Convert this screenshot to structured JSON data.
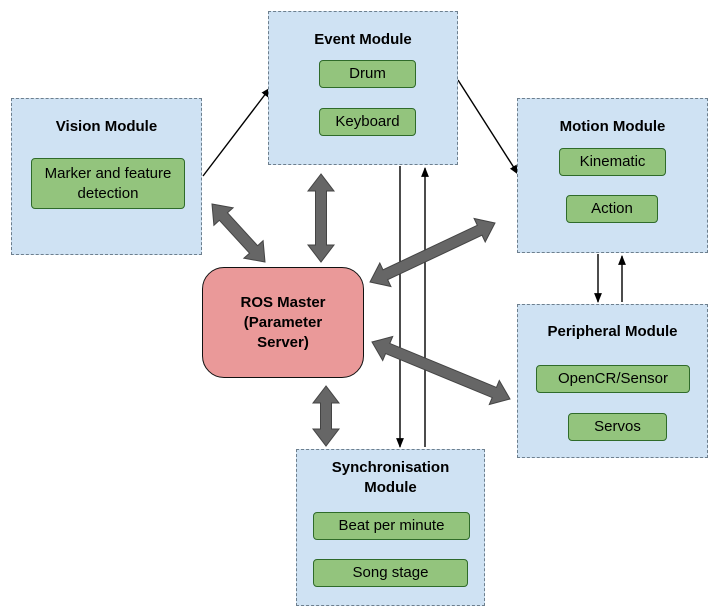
{
  "vision_module": {
    "title": "Vision Module",
    "items": [
      "Marker and feature detection"
    ]
  },
  "event_module": {
    "title": "Event Module",
    "items": [
      "Drum",
      "Keyboard"
    ]
  },
  "motion_module": {
    "title": "Motion Module",
    "items": [
      "Kinematic",
      "Action"
    ]
  },
  "peripheral_module": {
    "title": "Peripheral Module",
    "items": [
      "OpenCR/Sensor",
      "Servos"
    ]
  },
  "sync_module": {
    "title_line1": "Synchronisation",
    "title_line2": "Module",
    "items": [
      "Beat per minute",
      "Song stage"
    ]
  },
  "ros_master": {
    "line1": "ROS Master",
    "line2": "(Parameter",
    "line3": "Server)"
  },
  "colors": {
    "module_fill": "#cfe2f3",
    "item_fill": "#93c47d",
    "master_fill": "#ea9999",
    "connector_gray": "#666666"
  }
}
